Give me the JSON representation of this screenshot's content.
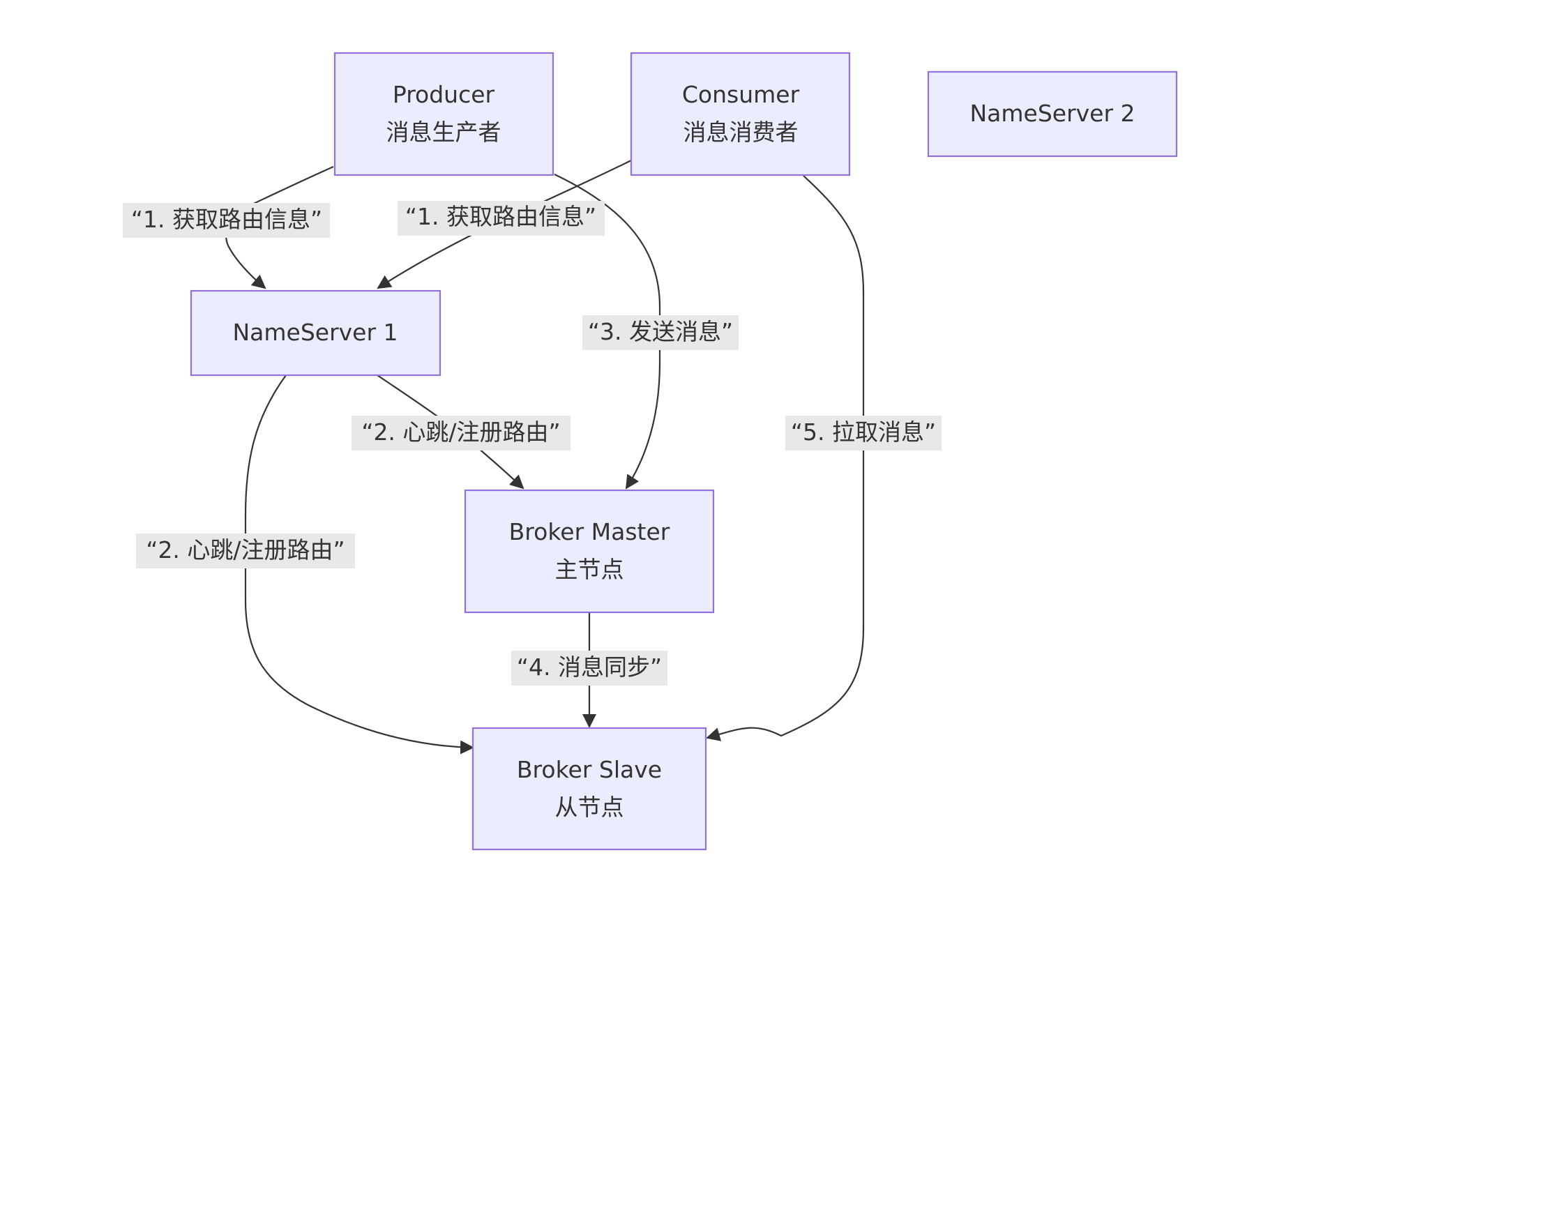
{
  "nodes": {
    "producer": {
      "line1": "Producer",
      "line2": "消息生产者"
    },
    "consumer": {
      "line1": "Consumer",
      "line2": "消息消费者"
    },
    "nameserver2": {
      "line1": "NameServer 2"
    },
    "nameserver1": {
      "line1": "NameServer 1"
    },
    "broker_master": {
      "line1": "Broker Master",
      "line2": "主节点"
    },
    "broker_slave": {
      "line1": "Broker Slave",
      "line2": "从节点"
    }
  },
  "edges": {
    "producer_to_ns1": "“1. 获取路由信息”",
    "consumer_to_ns1": "“1. 获取路由信息”",
    "producer_to_master": "“3. 发送消息”",
    "ns1_to_master": "“2. 心跳/注册路由”",
    "ns1_to_slave": "“2. 心跳/注册路由”",
    "master_to_slave": "“4. 消息同步”",
    "consumer_to_slave": "“5. 拉取消息”"
  },
  "colors": {
    "node_fill": "#ececff",
    "node_stroke": "#9370db",
    "edge": "#333333",
    "label_bg": "#e8e8e8",
    "text": "#333333"
  }
}
